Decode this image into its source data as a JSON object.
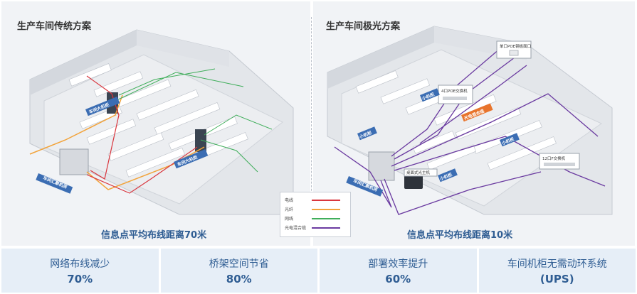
{
  "left_panel": {
    "title": "生产车间传统方案",
    "caption": "信息点平均布线距离70米",
    "labels": [
      "车间大机柜",
      "车间大机柜",
      "车间汇聚机房"
    ]
  },
  "right_panel": {
    "title": "生产车间极光方案",
    "caption": "信息点平均布线距离10米",
    "labels": [
      "小机柜",
      "小机柜",
      "小机柜",
      "小机柜",
      "光电混合缆",
      "车间汇聚机房"
    ],
    "callouts": [
      "单口POE钢板面口",
      "4口POE交换机",
      "12口F交换机",
      "桌面式光主机"
    ]
  },
  "legend": {
    "items": [
      {
        "label": "电线",
        "color": "#d9363e"
      },
      {
        "label": "光纤",
        "color": "#f2a33a"
      },
      {
        "label": "网线",
        "color": "#3fae5a"
      },
      {
        "label": "光电混合缆",
        "color": "#6a3aa0"
      }
    ]
  },
  "stats": [
    {
      "label": "网络布线减少",
      "value": "70%"
    },
    {
      "label": "桥架空间节省",
      "value": "80%"
    },
    {
      "label": "部署效率提升",
      "value": "60%"
    },
    {
      "label": "车间机柜无需动环系统",
      "value": "(UPS)"
    }
  ],
  "colors": {
    "accent": "#2f5d93",
    "tag_blue": "#3b6db3",
    "tag_orange": "#e8742c",
    "power": "#d9363e",
    "fiber": "#f2a33a",
    "network": "#3fae5a",
    "hybrid": "#6a3aa0"
  }
}
